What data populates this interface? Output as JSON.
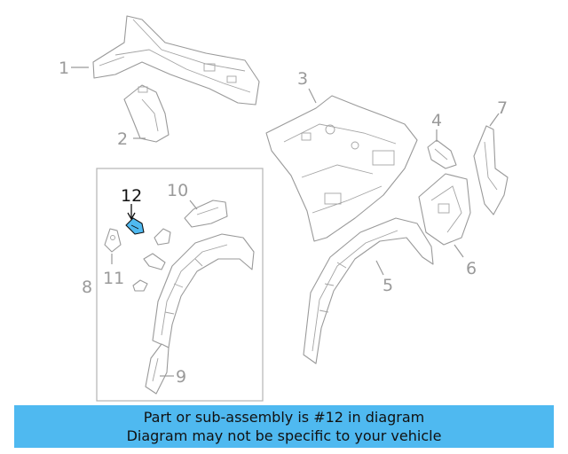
{
  "callouts": {
    "c1": "1",
    "c2": "2",
    "c3": "3",
    "c4": "4",
    "c5": "5",
    "c6": "6",
    "c7": "7",
    "c8": "8",
    "c9": "9",
    "c10": "10",
    "c11": "11",
    "c12": "12"
  },
  "highlighted_part": "12",
  "colors": {
    "banner": "#4fb9f0",
    "highlight_part": "#4fb9f0",
    "line_art": "#9a9a9a"
  },
  "banner": {
    "line1": "Part or sub-assembly is #12 in diagram",
    "line2": "Diagram may not be specific to your vehicle"
  }
}
